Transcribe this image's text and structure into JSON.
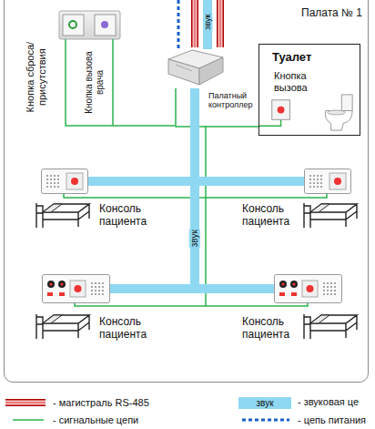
{
  "diagram": {
    "nodes": [
      {
        "text": [
          "Палата № 1"
        ]
      },
      {
        "text": [
          "Туалет",
          "Кнопка вызова"
        ],
        "in": 0
      },
      {
        "text": [
          "Палатный контроллер"
        ],
        "in": 0
      },
      {
        "text": [
          "Консоль пациента"
        ],
        "in": 0
      },
      {
        "text": [
          "Консоль пациента"
        ],
        "in": 0
      },
      {
        "text": [
          "Консоль пациента"
        ],
        "in": 0
      },
      {
        "text": [
          "Консоль пациента"
        ],
        "in": 0
      }
    ],
    "edges": [
      {
        "from": 2,
        "to": 1,
        "arrow": "none"
      },
      {
        "from": 2,
        "to": 3,
        "arrow": "none"
      },
      {
        "from": 2,
        "to": 4,
        "arrow": "none"
      },
      {
        "from": 2,
        "to": 5,
        "arrow": "none"
      },
      {
        "from": 2,
        "to": 6,
        "arrow": "none"
      }
    ],
    "labels": [
      "звук",
      "Кнопка сброса/ присутствия",
      "Кнопка вызова врача",
      "звук",
      "звук"
    ],
    "legend": [
      {
        "text": "- магистраль RS-485"
      },
      {
        "text": "- звуковая це",
        "color": "#8fd8f2"
      },
      {
        "text": "- сигнальные цепи"
      },
      {
        "text": "- цепь питания"
      }
    ]
  }
}
